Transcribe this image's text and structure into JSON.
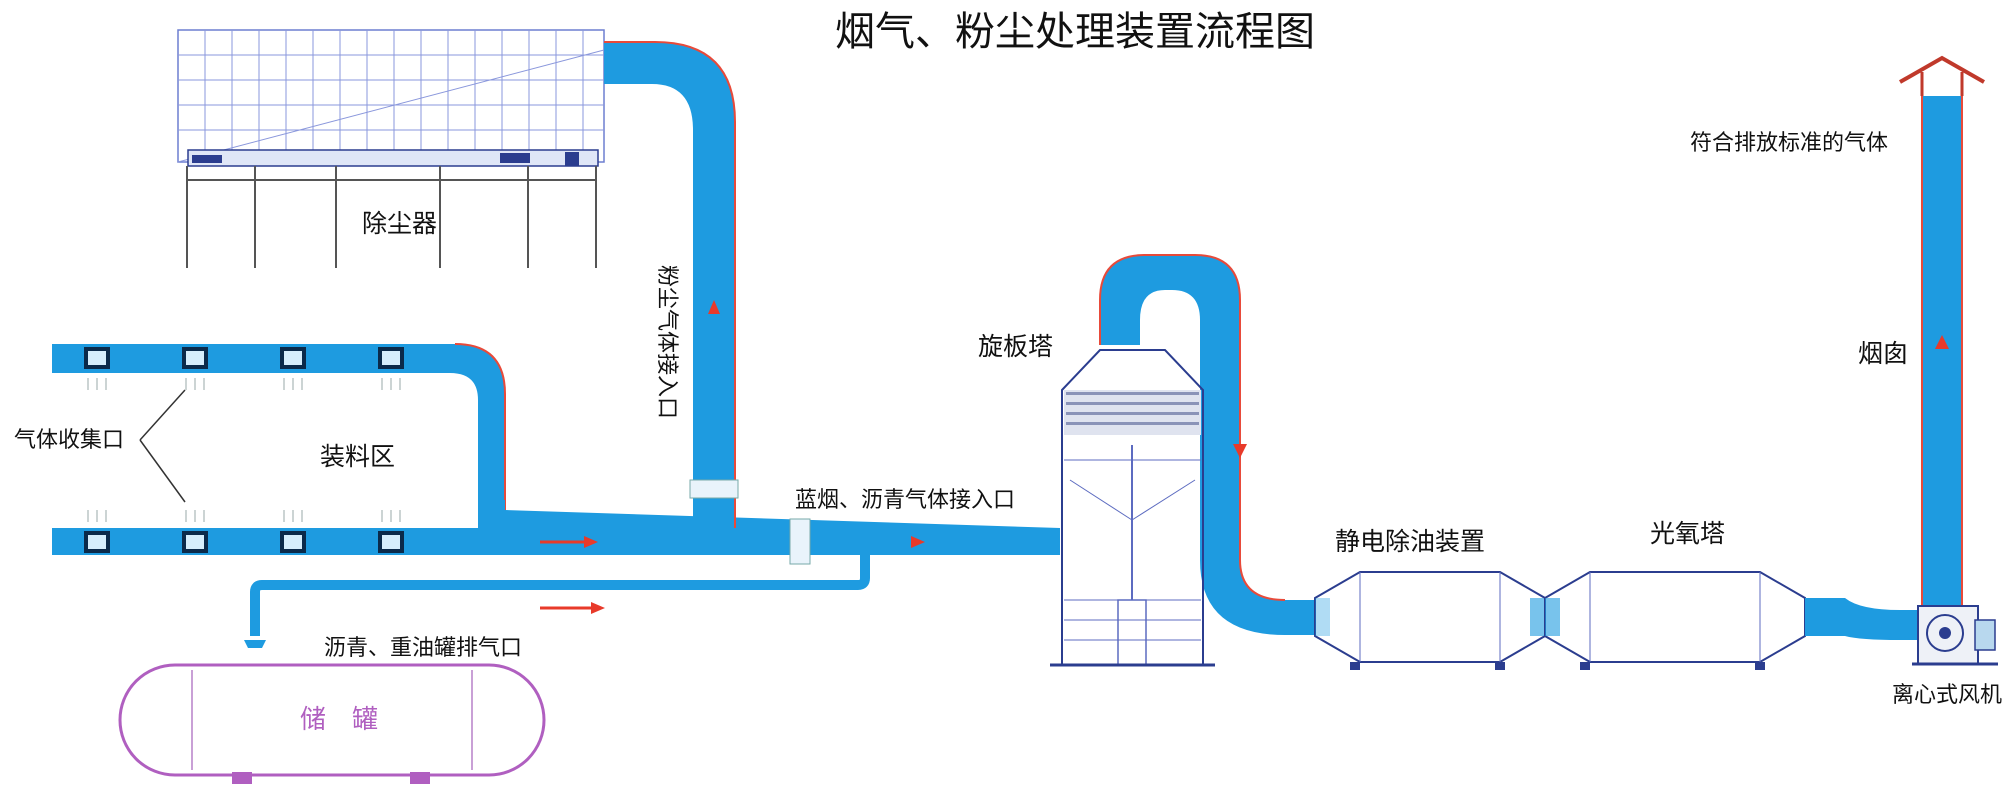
{
  "title": "烟气、粉尘处理装置流程图",
  "labels": {
    "dust_collector": "除尘器",
    "dust_inlet": "粉尘气体接入口",
    "loading_area": "装料区",
    "gas_collection_port": "气体收集口",
    "blue_smoke_inlet": "蓝烟、沥青气体接入口",
    "tank_vent": "沥青、重油罐排气口",
    "storage_tank": "储　罐",
    "rotary_plate_tower": "旋板塔",
    "electrostatic_oil_removal": "静电除油装置",
    "photo_oxygen_tower": "光氧塔",
    "chimney": "烟囱",
    "compliant_gas": "符合排放标准的气体",
    "centrifugal_fan": "离心式风机"
  },
  "colors": {
    "pipe": "#1e9be0",
    "pipe_edge": "#e84a3a",
    "equipment_frame": "#2b3d8f",
    "tank": "#b05fc0",
    "flow_arrow": "#e83a2a",
    "chimney_cap": "#c0392b"
  },
  "icons": [
    "flow-arrow-icon",
    "up-arrow-icon",
    "down-arrow-icon"
  ]
}
